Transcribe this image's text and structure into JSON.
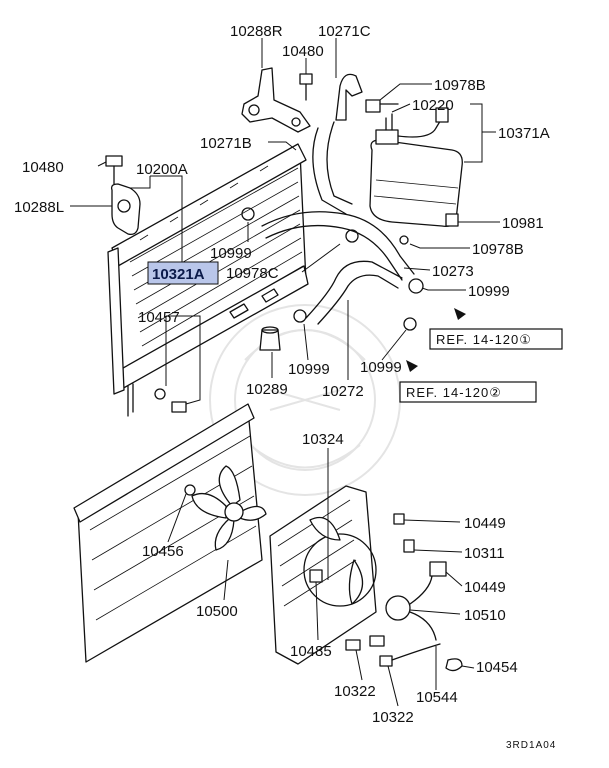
{
  "labels": {
    "p10288R": "10288R",
    "p10271C": "10271C",
    "p10480a": "10480",
    "p10978Ba": "10978B",
    "p10220": "10220",
    "p10371A": "10371A",
    "p10271B": "10271B",
    "p10480b": "10480",
    "p10200A": "10200A",
    "p10288L": "10288L",
    "p10981": "10981",
    "p10999a": "10999",
    "p10978Bb": "10978B",
    "p10321A": "10321A",
    "p10978C": "10978C",
    "p10273": "10273",
    "p10999b": "10999",
    "p10457": "10457",
    "p10999c": "10999",
    "p10289": "10289",
    "p10999d": "10999",
    "p10272": "10272",
    "p10324": "10324",
    "p10449a": "10449",
    "p10311": "10311",
    "p10456": "10456",
    "p10449b": "10449",
    "p10500": "10500",
    "p10510": "10510",
    "p10454": "10454",
    "p10485": "10485",
    "p10322a": "10322",
    "p10544": "10544",
    "p10322b": "10322"
  },
  "refs": {
    "ref1": "REF. 14-120①",
    "ref2": "REF. 14-120②"
  },
  "diagram_code": "3RD1A04",
  "colors": {
    "highlight_fill": "#b9c6ea",
    "highlight_text": "#0b1a4a",
    "line": "#111111",
    "watermark": "#e4e4e4"
  }
}
